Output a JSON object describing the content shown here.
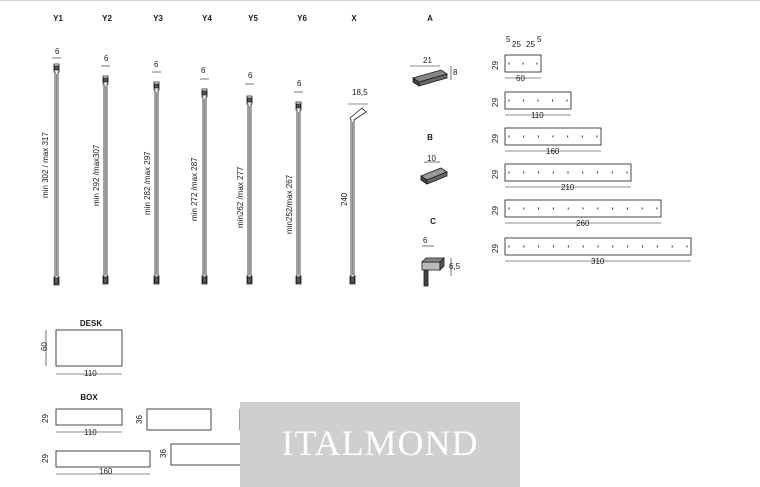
{
  "columns": {
    "y1": {
      "title": "Y1",
      "top": "6",
      "range": "min 302 / max 317"
    },
    "y2": {
      "title": "Y2",
      "top": "6",
      "range": "min 292 /max307"
    },
    "y3": {
      "title": "Y3",
      "top": "6",
      "range": "min 282 /max 297"
    },
    "y4": {
      "title": "Y4",
      "top": "6",
      "range": "min 272 /max 287"
    },
    "y5": {
      "title": "Y5",
      "top": "6",
      "range": "min262 /max 277"
    },
    "y6": {
      "title": "Y6",
      "top": "6",
      "range": "min252/max 267"
    },
    "x": {
      "title": "X",
      "top": "18,5",
      "height": "240"
    }
  },
  "parts": {
    "a": {
      "title": "A",
      "width": "21",
      "height": "8"
    },
    "b": {
      "title": "B",
      "width": "10"
    },
    "c": {
      "title": "C",
      "width": "6",
      "height": "6,5"
    }
  },
  "shelves": {
    "depth": "29",
    "spacing": [
      "5",
      "25",
      "25",
      "5"
    ],
    "widths": [
      "60",
      "110",
      "160",
      "210",
      "260",
      "310"
    ]
  },
  "desk": {
    "title": "DESK",
    "depth": "60",
    "width": "110"
  },
  "box": {
    "title": "BOX",
    "depth": "29",
    "height": "36",
    "small_width": "110",
    "large_width": "160"
  },
  "brand": "ITALMOND",
  "colors": {
    "line": "#1a1a1a",
    "watermark_bg": "#cfcfcf"
  }
}
